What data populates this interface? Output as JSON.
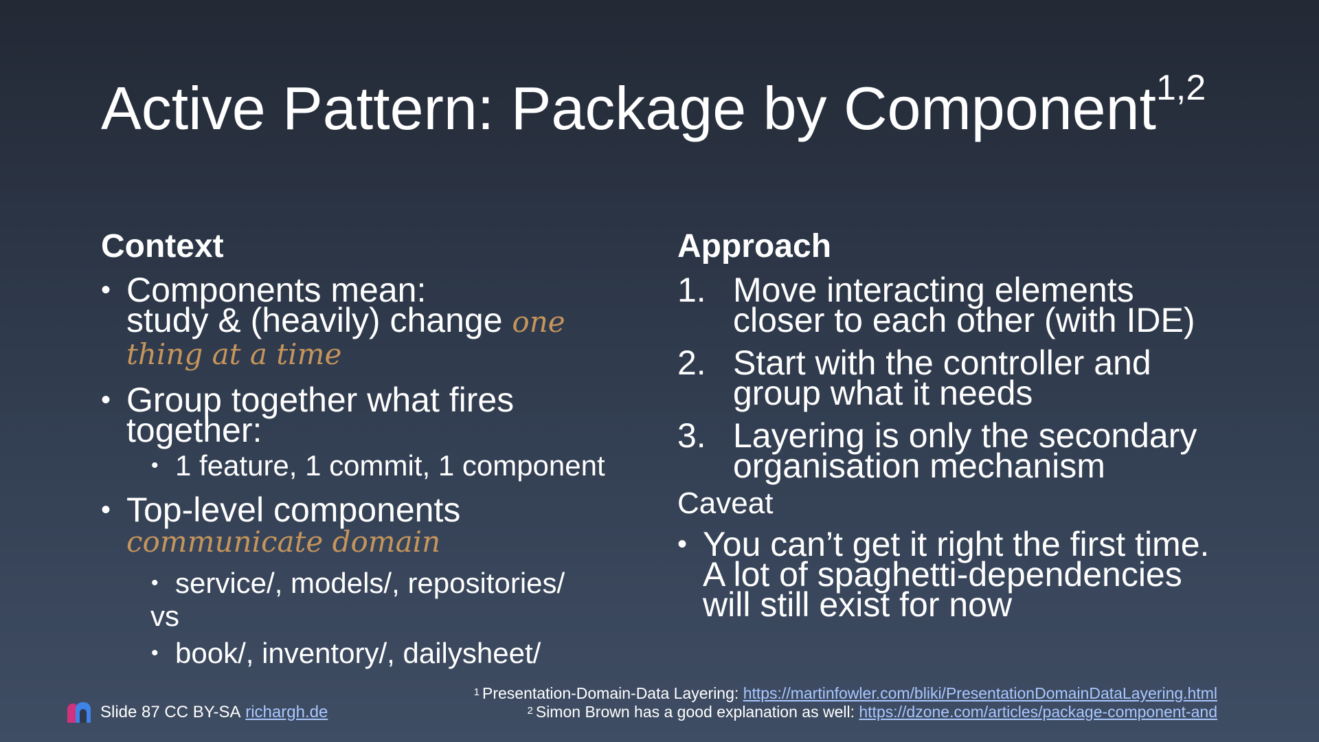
{
  "slide": {
    "title": "Active Pattern: Package by Component",
    "title_sup": "1,2"
  },
  "left": {
    "heading": "Context",
    "b1_text": "Components mean:",
    "b1_line2": "study & (heavily) change",
    "b1_hand": "one thing at a time",
    "b2_text": "Group together what fires together:",
    "b2_sub": "1 feature, 1 commit, 1 component",
    "b3_text": "Top-level components",
    "b3_hand": "communicate domain",
    "b3_sub1": "service/, models/, repositories/",
    "b3_vs": "vs",
    "b3_sub2": "book/, inventory/, dailysheet/"
  },
  "right": {
    "heading": "Approach",
    "items": [
      {
        "num": "1.",
        "text": "Move interacting elements closer to each other (with IDE)"
      },
      {
        "num": "2.",
        "text": "Start with the controller and group what it needs"
      },
      {
        "num": "3.",
        "text": "Layering is only the secondary organisation mechanism"
      }
    ],
    "caveat_heading": "Caveat",
    "caveat_text": "You can’t get it right the first time. A lot of spaghetti-dependencies will still exist for now"
  },
  "footer": {
    "slide_label": "Slide 87 CC BY-SA",
    "site_link": "richargh.de",
    "fn1_num": "1",
    "fn1_text": "Presentation-Domain-Data Layering: ",
    "fn1_link": "https://martinfowler.com/bliki/PresentationDomainDataLayering.html",
    "fn2_num": "2",
    "fn2_text": "Simon Brown has a good explanation as well: ",
    "fn2_link": "https://dzone.com/articles/package-component-and"
  },
  "colors": {
    "accent_handwriting": "#c6955b",
    "link": "#a9c7ff",
    "logo_pink": "#d1327c",
    "logo_blue": "#3d83e8"
  }
}
